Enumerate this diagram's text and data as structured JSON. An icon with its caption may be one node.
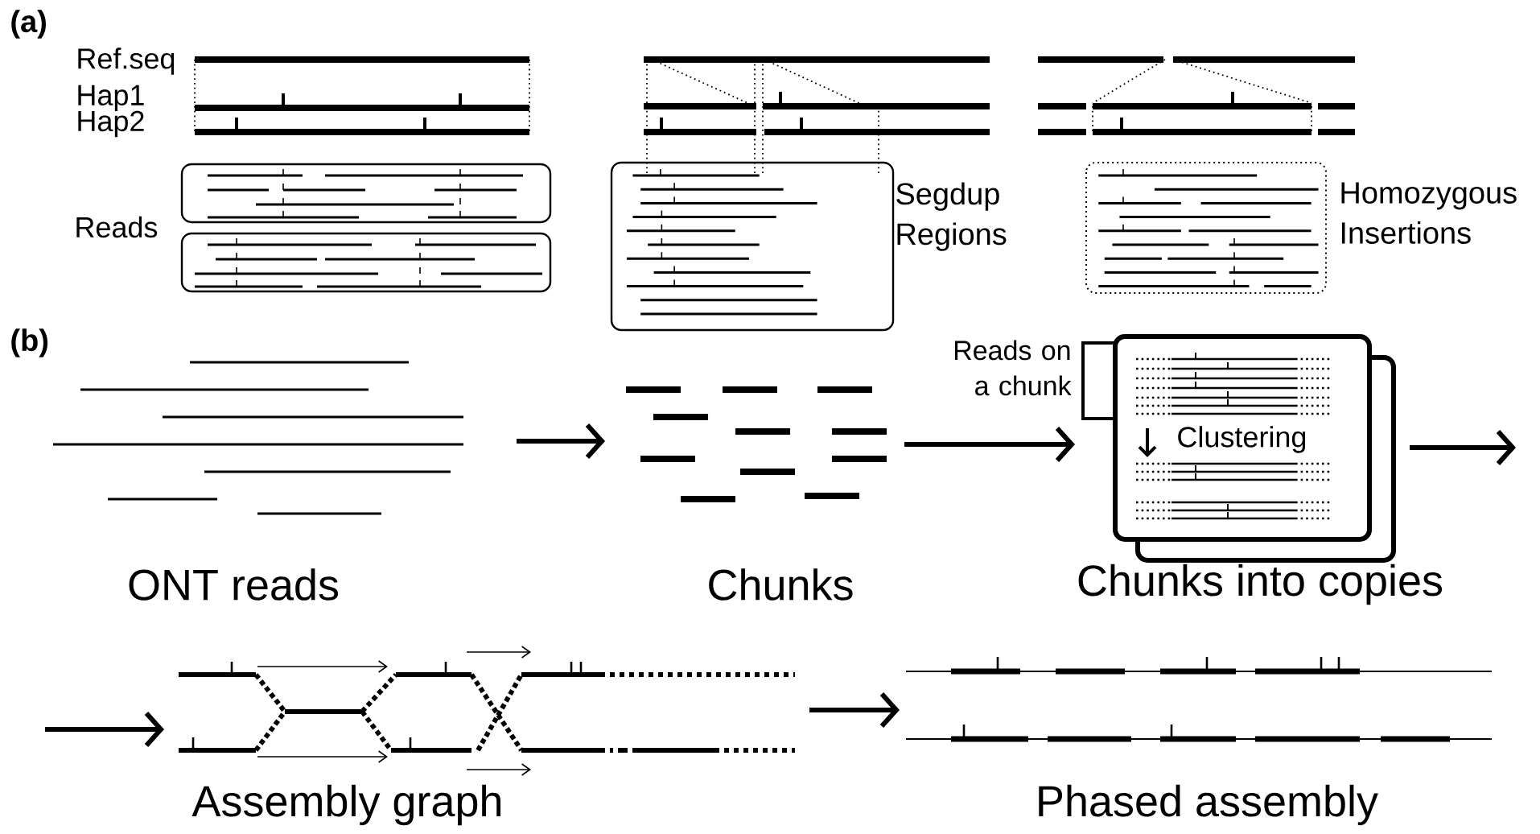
{
  "diagram": {
    "nodes": [
      {
        "text": [],
        "shape": "picture",
        "beside": [
          "ONT reads"
        ]
      },
      {
        "text": [],
        "shape": "picture",
        "beside": [
          "Chunks"
        ]
      },
      {
        "text": [],
        "shape": "picture",
        "beside": [
          "Chunks into copies",
          "Reads on a chunk"
        ]
      },
      {
        "text": [],
        "shape": "picture",
        "beside": [
          "Assembly graph"
        ]
      },
      {
        "text": [],
        "shape": "picture",
        "beside": [
          "Phased assembly"
        ]
      }
    ],
    "edges": [
      {
        "from": 0,
        "to": 1,
        "arrow": "to"
      },
      {
        "from": 1,
        "to": 2,
        "arrow": "to"
      },
      {
        "from": 2,
        "to": null,
        "arrow": "to"
      },
      {
        "from": null,
        "to": 3,
        "arrow": "to"
      },
      {
        "from": 3,
        "to": 4,
        "arrow": "to"
      }
    ],
    "labels": [
      "(a)",
      "Ref.seq",
      "Hap1",
      "Hap2",
      "Reads",
      "Segdup Regions",
      "Homozygous Insertions",
      "(b)",
      "Clustering"
    ]
  }
}
